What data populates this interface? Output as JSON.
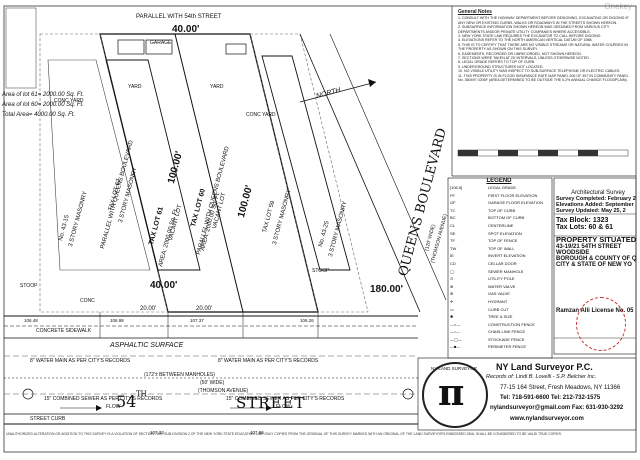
{
  "watermark": "Onekey",
  "survey": {
    "top_label": "PARALLEL WITH 54th STREET",
    "top_dim": "40.00'",
    "bottom_dim": "40.00'",
    "left_dim": "100.00'",
    "right_dim": "100.00'",
    "side_dim": "180.00'",
    "bottom_small_dims": [
      "20.00'",
      "20.00'"
    ],
    "queens_blvd": "QUEENS BOULEVARD",
    "queens_width": "(120' WIDE)",
    "queens_sub": "(THOMSON AVENUE)",
    "left_blvd": "PARALLEL WITH QUEENS BOULEVARD",
    "right_blvd": "PARALLEL WITH QUEENS BOULEVARD",
    "lot61": "TAX LOT 61",
    "lot61_area": "AREA: 2000.00 Sq. Ft.",
    "lot61_use": "VACANT LOT",
    "lot60": "TAX LOT 60",
    "lot60_area": "AREA: 2000.00 Sq. Ft.",
    "lot60_use": "VACANT LOT",
    "lot62": "TAX LOT 62",
    "lot62_desc": "3 STORY MASONRY",
    "lot59": "TAX LOT 59",
    "lot59_desc": "3 STORY MASONRY",
    "left_house": "No. 43-15",
    "left_house_desc": "3 STORY MASONRY",
    "right_house": "No. 43-25",
    "right_house_desc": "3 STORY MASONRY",
    "street_name_a": "54",
    "street_name_th": "TH",
    "street_name_b": "STREET",
    "asphaltic": "ASPHALTIC SURFACE",
    "water_main": "8\" WATER MAIN AS PER CITY'S RECORDS",
    "sewer": "15\" COMBINED SEWER AS PER CITY'S RECORDS",
    "street_curb": "STREET CURB",
    "concrete_sidewalk": "CONCRETE SIDEWALK",
    "street_wide": "(50' WIDE)",
    "between_manholes": "(172'± BETWEEN MANHOLES)",
    "thomson": "(THOMSON AVENUE)",
    "area_left": "Area of lot 61= 2000.00 Sq. Ft.",
    "area_right": "Area of lot 60= 2000.00 Sq. Ft.",
    "area_total": "Total Area= 4000.00 Sq. Ft.",
    "north": "NORTH",
    "conc_yard": "CONC YARD",
    "yard": "YARD",
    "garage": "GARAGE",
    "stoop": "STOOP",
    "conc": "CONC",
    "flow": "FLOW",
    "elev_a": "106.48",
    "elev_b": "106.98",
    "elev_c": "107.37",
    "elev_d": "106.26",
    "elev_e": "107.33",
    "elev_f": "107.86"
  },
  "notes": {
    "heading": "General Notes",
    "items": [
      "1. CONSULT WITH THE HIGHWAY DEPARTMENT BEFORE DESIGNING, EXCAVATING OR DIGGING IF ANY NEW OR EXISTING CURBS, WALKS OR ROADWAYS IN THE STREETS SHOWN HEREON.",
      "2. SUBSURFACE INFORMATION SHOWN HEREON WAS OBTAINED FROM VARIOUS CITY DEPARTMENTS AND/OR PRIVATE UTILITY COMPANIES WHERE ACCESSIBLE.",
      "3. NEW YORK STATE LAW REQUIRES THE EXCAVATOR TO CALL BEFORE DIGGING.",
      "4. ELEVATIONS REFER TO THE NORTH AMERICAN VERTICAL DATUM OF 1988.",
      "5. THIS IS TO CERTIFY THAT THERE ARE NO VISIBLE STREAMS OR NATURAL WATER COURSES IN THE PROPERTY AS SHOWN ON THIS SURVEY.",
      "6. EASEMENTS, RECORDED OR UNRECORDED, NOT SHOWN HEREON.",
      "7. SECTIONS WERE TAKEN AT 25' INTERVALS, UNLESS OTHERWISE NOTED.",
      "8. LEGAL GRADE REFERS TO TOP OF CURB.",
      "9. UNDERGROUND STRUCTURES NOT LOCATED.",
      "10. NO VISIBLE UTILITY WAS INSPECT TO SUB-SURFACE TELEPHONE OR ELECTRIC CABLES.",
      "11. THIS PROPERTY IS IN FLOOD INSURANCE RATE MAP PANEL 206 OF 457 IN COMMUNITY PANEL No. 360497 0206F (AREA DETERMINED TO BE OUTSIDE THE 0.2% ANNUAL CHANCE FLOODPLAIN)."
    ]
  },
  "legend": {
    "title": "LEGEND",
    "rows": [
      {
        "sym": "[106.5]",
        "label": "LEGAL GRADE"
      },
      {
        "sym": "FF",
        "label": "FIRST FLOOR ELEVATION"
      },
      {
        "sym": "GF",
        "label": "GARAGE FLOOR ELEVATION"
      },
      {
        "sym": "TC",
        "label": "TOP OF CURB"
      },
      {
        "sym": "BC",
        "label": "BOTTOM OF CURB"
      },
      {
        "sym": "CL",
        "label": "CENTERLINE"
      },
      {
        "sym": "SE",
        "label": "SPOT ELEVATION"
      },
      {
        "sym": "TF",
        "label": "TOP OF FENCE"
      },
      {
        "sym": "TW",
        "label": "TOP OF WALL"
      },
      {
        "sym": "IE",
        "label": "INVERT ELEVATION"
      },
      {
        "sym": "CD",
        "label": "CELLAR DOOR"
      },
      {
        "sym": "◯",
        "label": "SEWER MANHOLE"
      },
      {
        "sym": "⊙",
        "label": "UTILITY POLE"
      },
      {
        "sym": "⊗",
        "label": "WATER VALVE"
      },
      {
        "sym": "⊕",
        "label": "GAS VALVE"
      },
      {
        "sym": "✛",
        "label": "HYDRANT"
      },
      {
        "sym": "▭",
        "label": "CURB CUT"
      },
      {
        "sym": "✱",
        "label": "TREE & SIZE"
      },
      {
        "sym": "—×—",
        "label": "CONSTRUCTION FENCE"
      },
      {
        "sym": "—○—",
        "label": "CHAIN LINK FENCE"
      },
      {
        "sym": "—▢—",
        "label": "STOCKADE FENCE"
      },
      {
        "sym": "—■—",
        "label": "PERIMETER FENCE"
      }
    ]
  },
  "survey_info": {
    "title": "Architectural Survey",
    "completed": "Survey Completed: February 2",
    "added": "Elevations Added: September",
    "updated": "Survey Updated: May 25, 2",
    "block": "Tax Block: 1323",
    "lots": "Tax Lots: 60 & 61",
    "property": "PROPERTY SITUATED",
    "address": "43-19/21 54TH STREET",
    "locality": "WOODSIDE",
    "borough": "BOROUGH & COUNTY OF Q",
    "city": "CITY & STATE OF NEW YO",
    "surveyor": "Ramzan Alli",
    "license": "License No. 05"
  },
  "company": {
    "logo_top": "NY LAND SURVEYOR",
    "name": "NY Land Surveyor P.C.",
    "records": "Records of: Lindi B. Lovelli - S.P. Belcher Inc.",
    "address": "77-15 164 Street, Fresh Meadows, NY 11366",
    "tel": "Tel: 718-591-6600 Tel: 212-732-1575",
    "email": "nylandsurveyor@gmail.com Fax: 631-930-3292",
    "web": "www.nylandsurveyor.com"
  },
  "footer": {
    "disclaimer": "UNAUTHORIZED ALTERATION OR ADDITION TO THIS SURVEY IS A VIOLATION OF SECTION 7209, SUB-DIVISION 2 OF THE NEW YORK STATE EDUCATION LAW. ONLY COPIES FROM THE ORIGINAL OF THIS SURVEY MARKED WITH AN ORIGINAL OF THE LAND SURVEYOR'S EMBOSSED SEAL SHALL BE CONSIDERED TO BE VALID TRUE COPIES."
  }
}
